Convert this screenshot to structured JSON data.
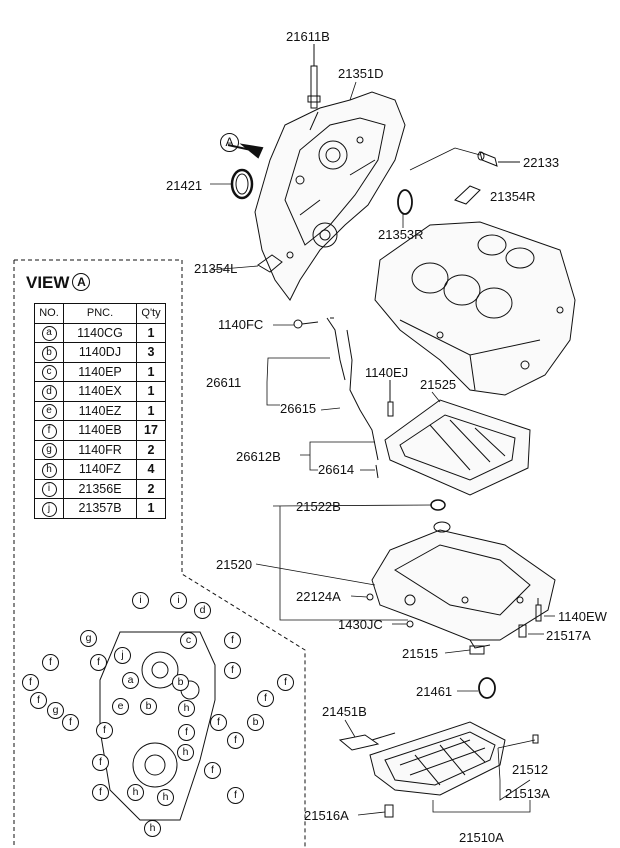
{
  "callouts": {
    "c21611B": "21611B",
    "c21351D": "21351D",
    "cA": "A",
    "c21421": "21421",
    "c22133": "22133",
    "c21354R": "21354R",
    "c21353R": "21353R",
    "c21354L": "21354L",
    "c1140FC": "1140FC",
    "c26611": "26611",
    "c26615": "26615",
    "c1140EJ": "1140EJ",
    "c21525": "21525",
    "c26612B": "26612B",
    "c26614": "26614",
    "c21522B": "21522B",
    "c21520": "21520",
    "c22124A": "22124A",
    "c1430JC": "1430JC",
    "c1140EW": "1140EW",
    "c21517A": "21517A",
    "c21515": "21515",
    "c21461": "21461",
    "c21451B": "21451B",
    "c21512": "21512",
    "c21513A": "21513A",
    "c21516A": "21516A",
    "c21510A": "21510A"
  },
  "view": {
    "title": "VIEW",
    "marker": "A",
    "headers": {
      "no": "NO.",
      "pnc": "PNC.",
      "qty": "Q'ty"
    },
    "rows": [
      {
        "no": "a",
        "pnc": "1140CG",
        "qty": "1"
      },
      {
        "no": "b",
        "pnc": "1140DJ",
        "qty": "3"
      },
      {
        "no": "c",
        "pnc": "1140EP",
        "qty": "1"
      },
      {
        "no": "d",
        "pnc": "1140EX",
        "qty": "1"
      },
      {
        "no": "e",
        "pnc": "1140EZ",
        "qty": "1"
      },
      {
        "no": "f",
        "pnc": "1140EB",
        "qty": "17"
      },
      {
        "no": "g",
        "pnc": "1140FR",
        "qty": "2"
      },
      {
        "no": "h",
        "pnc": "1140FZ",
        "qty": "4"
      },
      {
        "no": "i",
        "pnc": "21356E",
        "qty": "2"
      },
      {
        "no": "j",
        "pnc": "21357B",
        "qty": "1"
      }
    ]
  },
  "view_markers": [
    "i",
    "i",
    "d",
    "g",
    "c",
    "j",
    "f",
    "f",
    "f",
    "a",
    "b",
    "f",
    "f",
    "f",
    "e",
    "f",
    "f",
    "b",
    "h",
    "f",
    "g",
    "f",
    "f",
    "b",
    "f",
    "h",
    "f",
    "f",
    "f",
    "h",
    "h",
    "h",
    "f",
    "f"
  ]
}
